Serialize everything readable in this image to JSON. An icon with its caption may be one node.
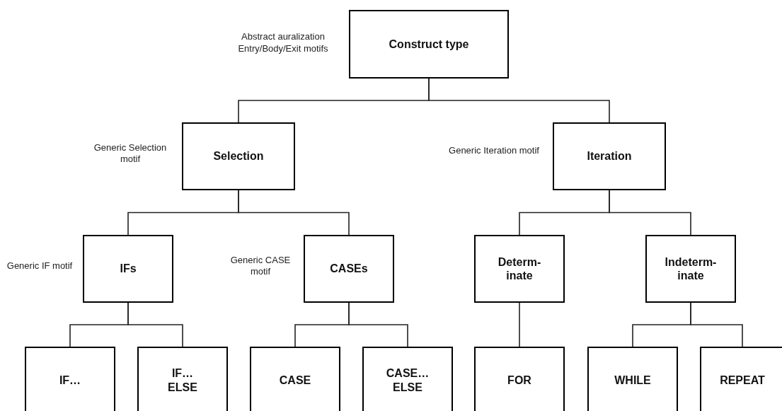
{
  "diagram": {
    "nodes": [
      {
        "text": [
          "Construct type"
        ],
        "beside": [
          "Abstract auralization Entry/Body/Exit motifs"
        ]
      },
      {
        "text": [
          "Selection"
        ],
        "beside": [
          "Generic Selection motif"
        ]
      },
      {
        "text": [
          "Iteration"
        ],
        "beside": [
          "Generic Iteration motif"
        ]
      },
      {
        "text": [
          "IFs"
        ],
        "beside": [
          "Generic IF motif"
        ]
      },
      {
        "text": [
          "CASEs"
        ],
        "beside": [
          "Generic CASE motif"
        ]
      },
      {
        "text": [
          "Determ- inate"
        ]
      },
      {
        "text": [
          "Indeterm- inate"
        ]
      },
      {
        "text": [
          "IF…"
        ]
      },
      {
        "text": [
          "IF… ELSE"
        ]
      },
      {
        "text": [
          "CASE"
        ]
      },
      {
        "text": [
          "CASE… ELSE"
        ]
      },
      {
        "text": [
          "FOR"
        ]
      },
      {
        "text": [
          "WHILE"
        ]
      },
      {
        "text": [
          "REPEAT"
        ]
      }
    ],
    "edges": [
      {
        "from": 0,
        "to": 1,
        "arrow": "none"
      },
      {
        "from": 0,
        "to": 2,
        "arrow": "none"
      },
      {
        "from": 1,
        "to": 3,
        "arrow": "none"
      },
      {
        "from": 1,
        "to": 4,
        "arrow": "none"
      },
      {
        "from": 2,
        "to": 5,
        "arrow": "none"
      },
      {
        "from": 2,
        "to": 6,
        "arrow": "none"
      },
      {
        "from": 3,
        "to": 7,
        "arrow": "none"
      },
      {
        "from": 3,
        "to": 8,
        "arrow": "none"
      },
      {
        "from": 4,
        "to": 9,
        "arrow": "none"
      },
      {
        "from": 4,
        "to": 10,
        "arrow": "none"
      },
      {
        "from": 5,
        "to": 11,
        "arrow": "none"
      },
      {
        "from": 6,
        "to": 12,
        "arrow": "none"
      },
      {
        "from": 6,
        "to": 13,
        "arrow": "none"
      }
    ]
  }
}
